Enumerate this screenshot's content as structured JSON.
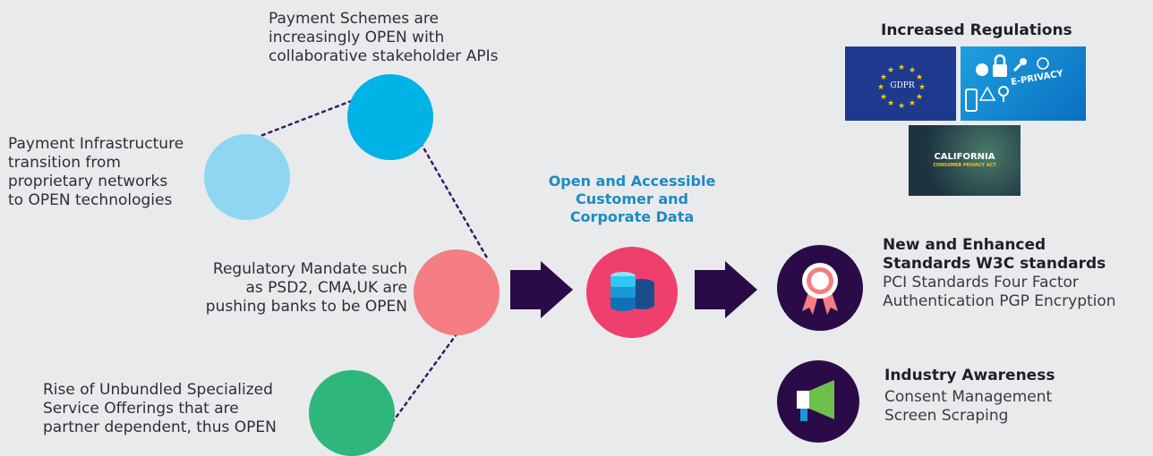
{
  "nodes": {
    "payment_schemes": "Payment Schemes are\nincreasingly OPEN with\ncollaborative stakeholder APIs",
    "payment_infrastructure": "Payment Infrastructure\ntransition from\nproprietary networks\nto OPEN technologies",
    "regulatory_mandate": "Regulatory Mandate such\nas PSD2, CMA,UK are\npushing banks to be OPEN",
    "unbundled_services": "Rise of Unbundled Specialized\nService Offerings that are\npartner dependent, thus OPEN"
  },
  "center": {
    "title": "Open and Accessible\nCustomer and\nCorporate Data"
  },
  "regulations": {
    "title": "Increased Regulations",
    "gdpr_label": "GDPR",
    "eprivacy_label": "E-PRIVACY",
    "ccpa_title": "CALIFORNIA",
    "ccpa_sub": "CONSUMER PRIVACY ACT"
  },
  "outcomes": {
    "standards_title": "New and Enhanced\nStandards W3C standards",
    "standards_body": "PCI Standards Four Factor\nAuthentication PGP Encryption",
    "awareness_title": "Industry Awareness",
    "awareness_body": "Consent Management\nScreen Scraping"
  },
  "colors": {
    "light_blue": "#8fd6f3",
    "cyan": "#00b3e6",
    "coral": "#f47e83",
    "green": "#2fb67a",
    "dark_purple": "#2b0b47",
    "teal_text": "#1a8bc4"
  },
  "icons": {
    "database": "database-icon",
    "award": "award-ribbon-icon",
    "megaphone": "megaphone-icon"
  }
}
